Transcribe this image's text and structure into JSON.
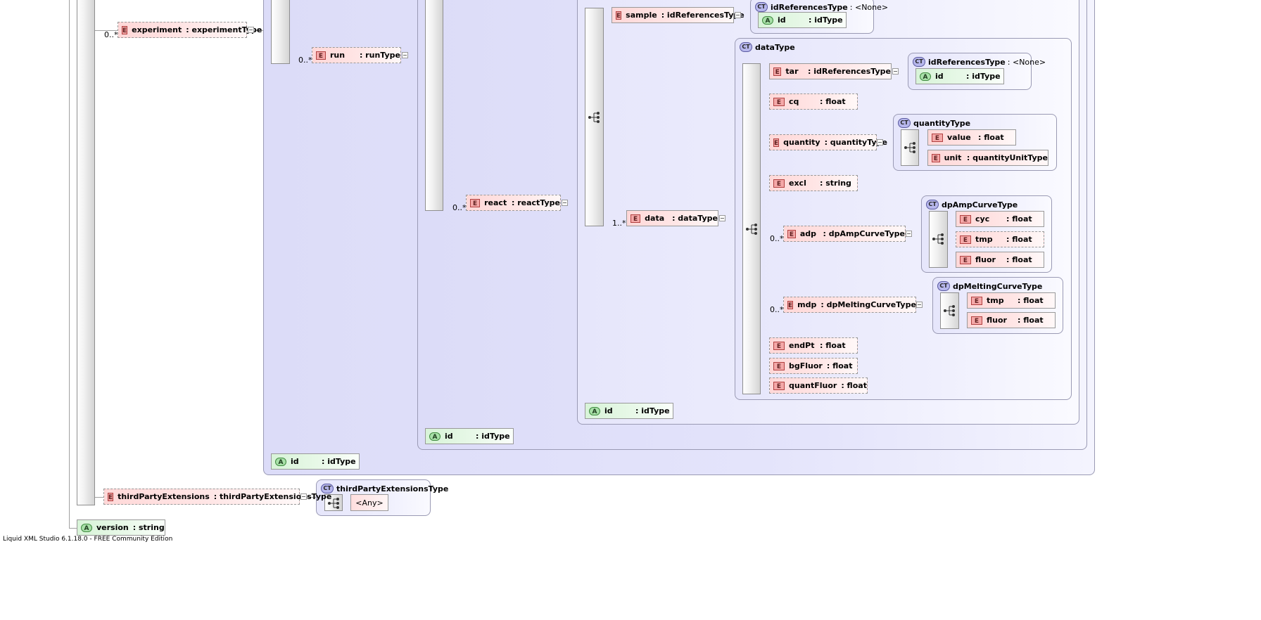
{
  "status_bar": "Liquid XML Studio 6.1.18.0 - FREE Community Edition",
  "badges": {
    "element": "E",
    "attribute": "A",
    "complex_type": "CT"
  },
  "cardinality": {
    "many_opt": "0..*",
    "many_req": "1..*"
  },
  "elements": {
    "experiment": {
      "name": "experiment",
      "type": ": experimentType"
    },
    "run": {
      "name": "run",
      "type": ": runType"
    },
    "react": {
      "name": "react",
      "type": ": reactType"
    },
    "sample": {
      "name": "sample",
      "type": ": idReferencesType"
    },
    "data": {
      "name": "data",
      "type": ": dataType"
    },
    "tar": {
      "name": "tar",
      "type": ": idReferencesType"
    },
    "cq": {
      "name": "cq",
      "type": ": float"
    },
    "quantity": {
      "name": "quantity",
      "type": ": quantityType"
    },
    "excl": {
      "name": "excl",
      "type": ": string"
    },
    "adp": {
      "name": "adp",
      "type": ": dpAmpCurveType"
    },
    "mdp": {
      "name": "mdp",
      "type": ": dpMeltingCurveType"
    },
    "endPt": {
      "name": "endPt",
      "type": ": float"
    },
    "bgFluor": {
      "name": "bgFluor",
      "type": ": float"
    },
    "quantFluor": {
      "name": "quantFluor",
      "type": ": float"
    },
    "value": {
      "name": "value",
      "type": ": float"
    },
    "unit": {
      "name": "unit",
      "type": ": quantityUnitType"
    },
    "cyc": {
      "name": "cyc",
      "type": ": float"
    },
    "adp_tmp": {
      "name": "tmp",
      "type": ": float"
    },
    "adp_fluor": {
      "name": "fluor",
      "type": ": float"
    },
    "mdp_tmp": {
      "name": "tmp",
      "type": ": float"
    },
    "mdp_fluor": {
      "name": "fluor",
      "type": ": float"
    },
    "thirdPartyExtensions": {
      "name": "thirdPartyExtensions",
      "type": ": thirdPartyExtensionsType"
    }
  },
  "attributes": {
    "id_sample": {
      "name": "id",
      "type": ": idType"
    },
    "id_tar": {
      "name": "id",
      "type": ": idType"
    },
    "id_react": {
      "name": "id",
      "type": ": idType"
    },
    "id_run": {
      "name": "id",
      "type": ": idType"
    },
    "id_experiment": {
      "name": "id",
      "type": ": idType"
    },
    "version": {
      "name": "version",
      "type": ": string"
    }
  },
  "complex_types": {
    "idReferencesType_sample": {
      "name": "idReferencesType",
      "suffix": ": <None>"
    },
    "dataType": {
      "name": "dataType"
    },
    "idReferencesType_tar": {
      "name": "idReferencesType",
      "suffix": ": <None>"
    },
    "quantityType": {
      "name": "quantityType"
    },
    "dpAmpCurveType": {
      "name": "dpAmpCurveType"
    },
    "dpMeltingCurveType": {
      "name": "dpMeltingCurveType"
    },
    "thirdPartyExtensionsType": {
      "name": "thirdPartyExtensionsType"
    }
  },
  "any_element": "<Any>"
}
